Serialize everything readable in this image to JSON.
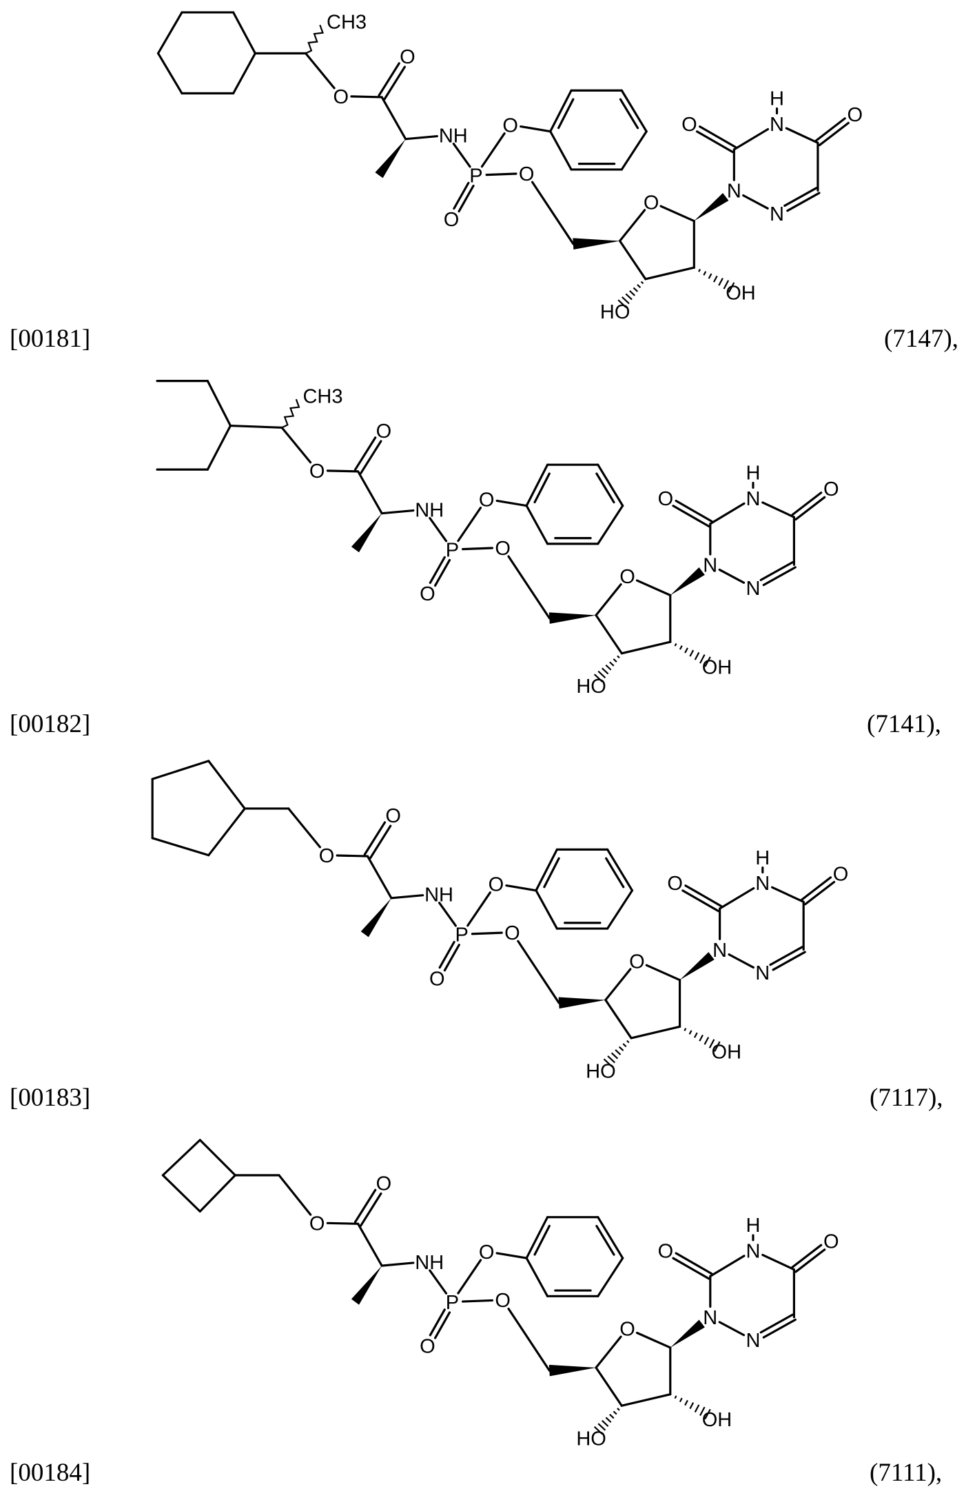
{
  "compounds": [
    {
      "paragraph": "[00181]",
      "compound_number": "(7147),"
    },
    {
      "paragraph": "[00182]",
      "compound_number": "(7141),"
    },
    {
      "paragraph": "[00183]",
      "compound_number": "(7117),"
    },
    {
      "paragraph": "[00184]",
      "compound_number": "(7111),"
    }
  ],
  "atom_labels": {
    "oxygen": "O",
    "amine": "NH",
    "phosphorus": "P",
    "nitrogen": "N",
    "hydrogen": "H",
    "hydroxyl_right": "OH",
    "hydroxyl_left": "HO",
    "methyl": "CH3"
  }
}
